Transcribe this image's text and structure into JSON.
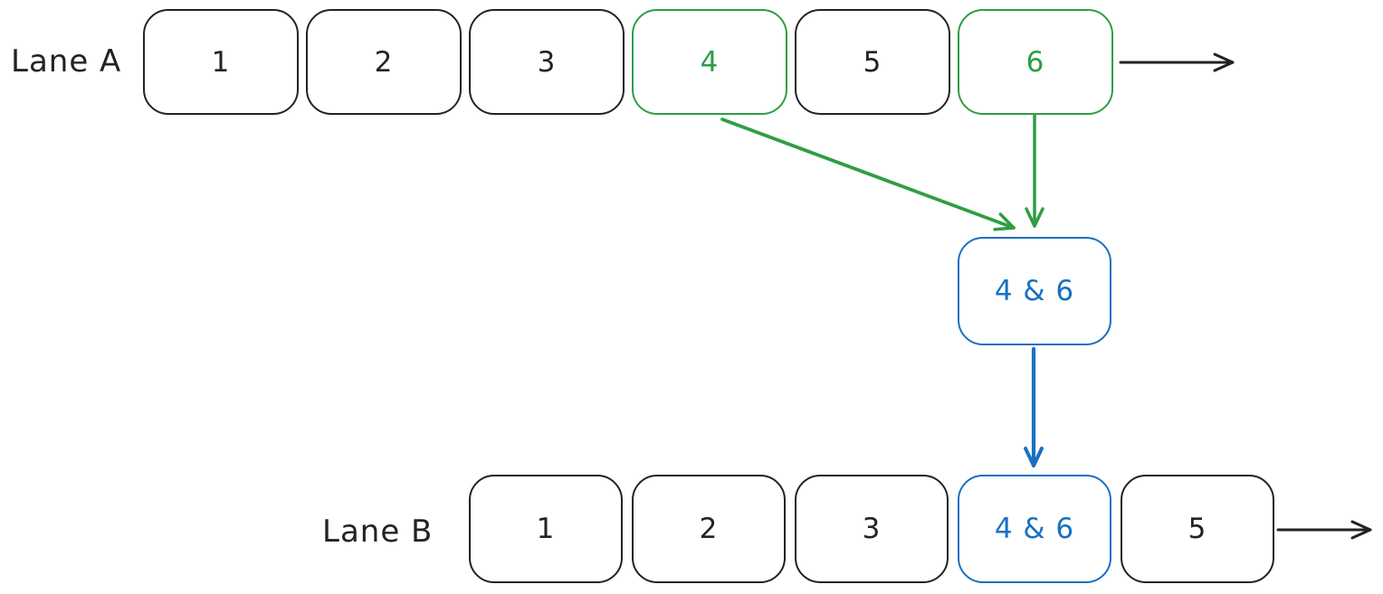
{
  "colors": {
    "dark": "#232323",
    "green": "#2f9e44",
    "blue": "#1971c2",
    "background": "#ffffff"
  },
  "lane_a": {
    "label": "Lane A",
    "boxes": [
      {
        "label": "1",
        "color": "dark"
      },
      {
        "label": "2",
        "color": "dark"
      },
      {
        "label": "3",
        "color": "dark"
      },
      {
        "label": "4",
        "color": "green"
      },
      {
        "label": "5",
        "color": "dark"
      },
      {
        "label": "6",
        "color": "green"
      }
    ]
  },
  "merge_box": {
    "label": "4 & 6",
    "color": "blue"
  },
  "lane_b": {
    "label": "Lane B",
    "boxes": [
      {
        "label": "1",
        "color": "dark"
      },
      {
        "label": "2",
        "color": "dark"
      },
      {
        "label": "3",
        "color": "dark"
      },
      {
        "label": "4 & 6",
        "color": "blue"
      },
      {
        "label": "5",
        "color": "dark"
      }
    ]
  },
  "edges": [
    {
      "from": "lane-a-box-4",
      "to": "merge-box",
      "color": "green"
    },
    {
      "from": "lane-a-box-6",
      "to": "merge-box",
      "color": "green"
    },
    {
      "from": "merge-box",
      "to": "lane-b-box-4-and-6",
      "color": "blue"
    },
    {
      "from": "lane-a-box-6",
      "to": "lane-a-continuation",
      "color": "dark"
    },
    {
      "from": "lane-b-box-5",
      "to": "lane-b-continuation",
      "color": "dark"
    }
  ]
}
